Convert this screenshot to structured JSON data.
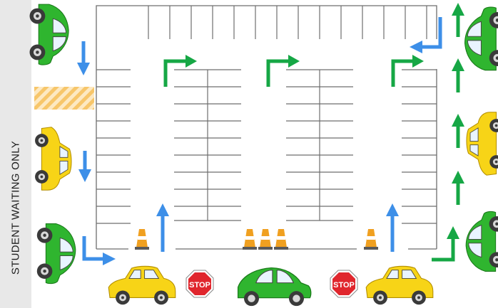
{
  "sidebar": {
    "label": "STUDENT WAITING ONLY"
  },
  "stop_signs": [
    {
      "text": "STOP"
    },
    {
      "text": "STOP"
    }
  ],
  "colors": {
    "green_car": "#2fb52f",
    "yellow_car": "#f7d417",
    "arrow_blue": "#3d8fe8",
    "arrow_green": "#16a745",
    "stop_red": "#e0262d",
    "cone_orange": "#f0a020",
    "crosswalk": "#f7c66a",
    "lines": "#6e6e6e"
  },
  "icons": [
    "car-icon",
    "traffic-cone-icon",
    "stop-sign-icon",
    "arrow-icon"
  ]
}
